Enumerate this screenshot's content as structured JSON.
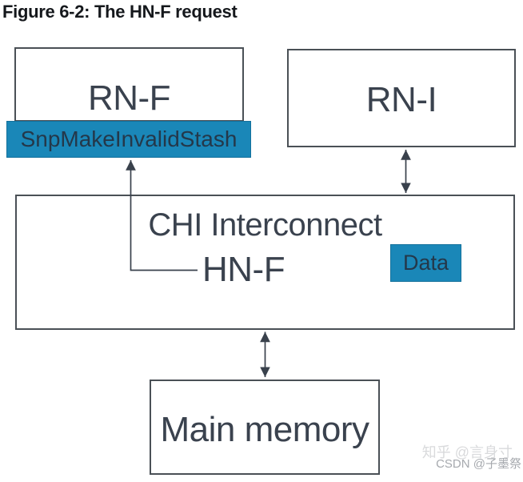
{
  "figure": {
    "title": "Figure 6-2: The HN-F request"
  },
  "nodes": {
    "rn_f": "RN-F",
    "rn_i": "RN-I",
    "interconnect": "CHI Interconnect",
    "hn_f": "HN-F",
    "main_memory": "Main memory"
  },
  "labels": {
    "snoop_request": "SnpMakeInvalidStash",
    "data": "Data"
  },
  "connections": [
    {
      "from": "hn_f",
      "to": "snoop_request",
      "type": "elbow-arrow-up"
    },
    {
      "from": "rn_i",
      "to": "interconnect",
      "type": "bidirectional"
    },
    {
      "from": "interconnect",
      "to": "main_memory",
      "type": "bidirectional"
    }
  ],
  "colors": {
    "highlight": "#1A87B8",
    "node_border": "#4A5056",
    "node_text": "#3A424E",
    "highlight_text": "#24384A",
    "arrow": "#39414C",
    "title_text": "#15181C",
    "watermark_light": "#D9DADC",
    "watermark_gray": "#A6A9AE"
  },
  "watermarks": {
    "zhihu": "知乎 @言身寸",
    "csdn": "CSDN @子墨祭"
  }
}
